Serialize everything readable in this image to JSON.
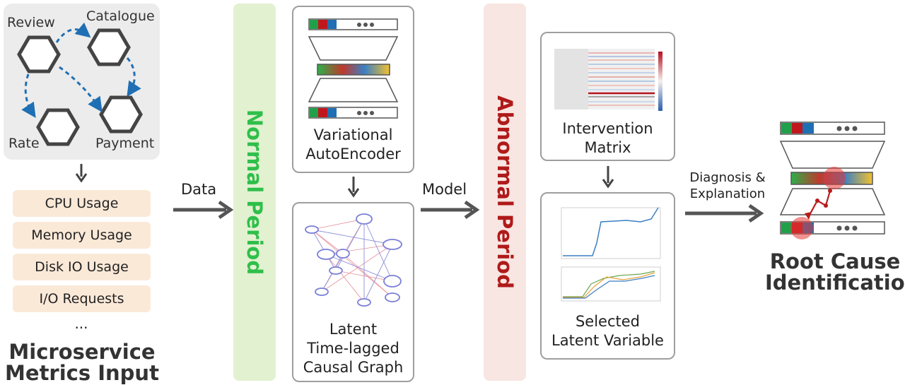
{
  "microservices": {
    "nodes": [
      "Review",
      "Catalogue",
      "Rate",
      "Payment"
    ],
    "metrics": [
      "CPU Usage",
      "Memory Usage",
      "Disk IO Usage",
      "I/O Requests"
    ],
    "ellipsis": "...",
    "title_line1": "Microservice",
    "title_line2": "Metrics Input"
  },
  "arrows": {
    "data": "Data",
    "model": "Model",
    "diagnosis_line1": "Diagnosis &",
    "diagnosis_line2": "Explanation"
  },
  "periods": {
    "normal": "Normal Period",
    "abnormal": "Abnormal Period"
  },
  "vae": {
    "line1": "Variational",
    "line2": "AutoEncoder"
  },
  "causal_graph": {
    "line1": "Latent",
    "line2": "Time-lagged",
    "line3": "Causal Graph"
  },
  "intervention": {
    "line1": "Intervention",
    "line2": "Matrix"
  },
  "selected": {
    "line1": "Selected",
    "line2": "Latent Variable"
  },
  "root_cause": {
    "line1": "Root Cause",
    "line2": "Identification"
  },
  "colors": {
    "normal_bg": "#e2f1d0",
    "normal_text": "#2fbf4a",
    "abnormal_bg": "#f8e6e2",
    "abnormal_text": "#b01a1a",
    "edge_blue": "#1f6fb4",
    "metric_bg": "#fbe9d8"
  }
}
